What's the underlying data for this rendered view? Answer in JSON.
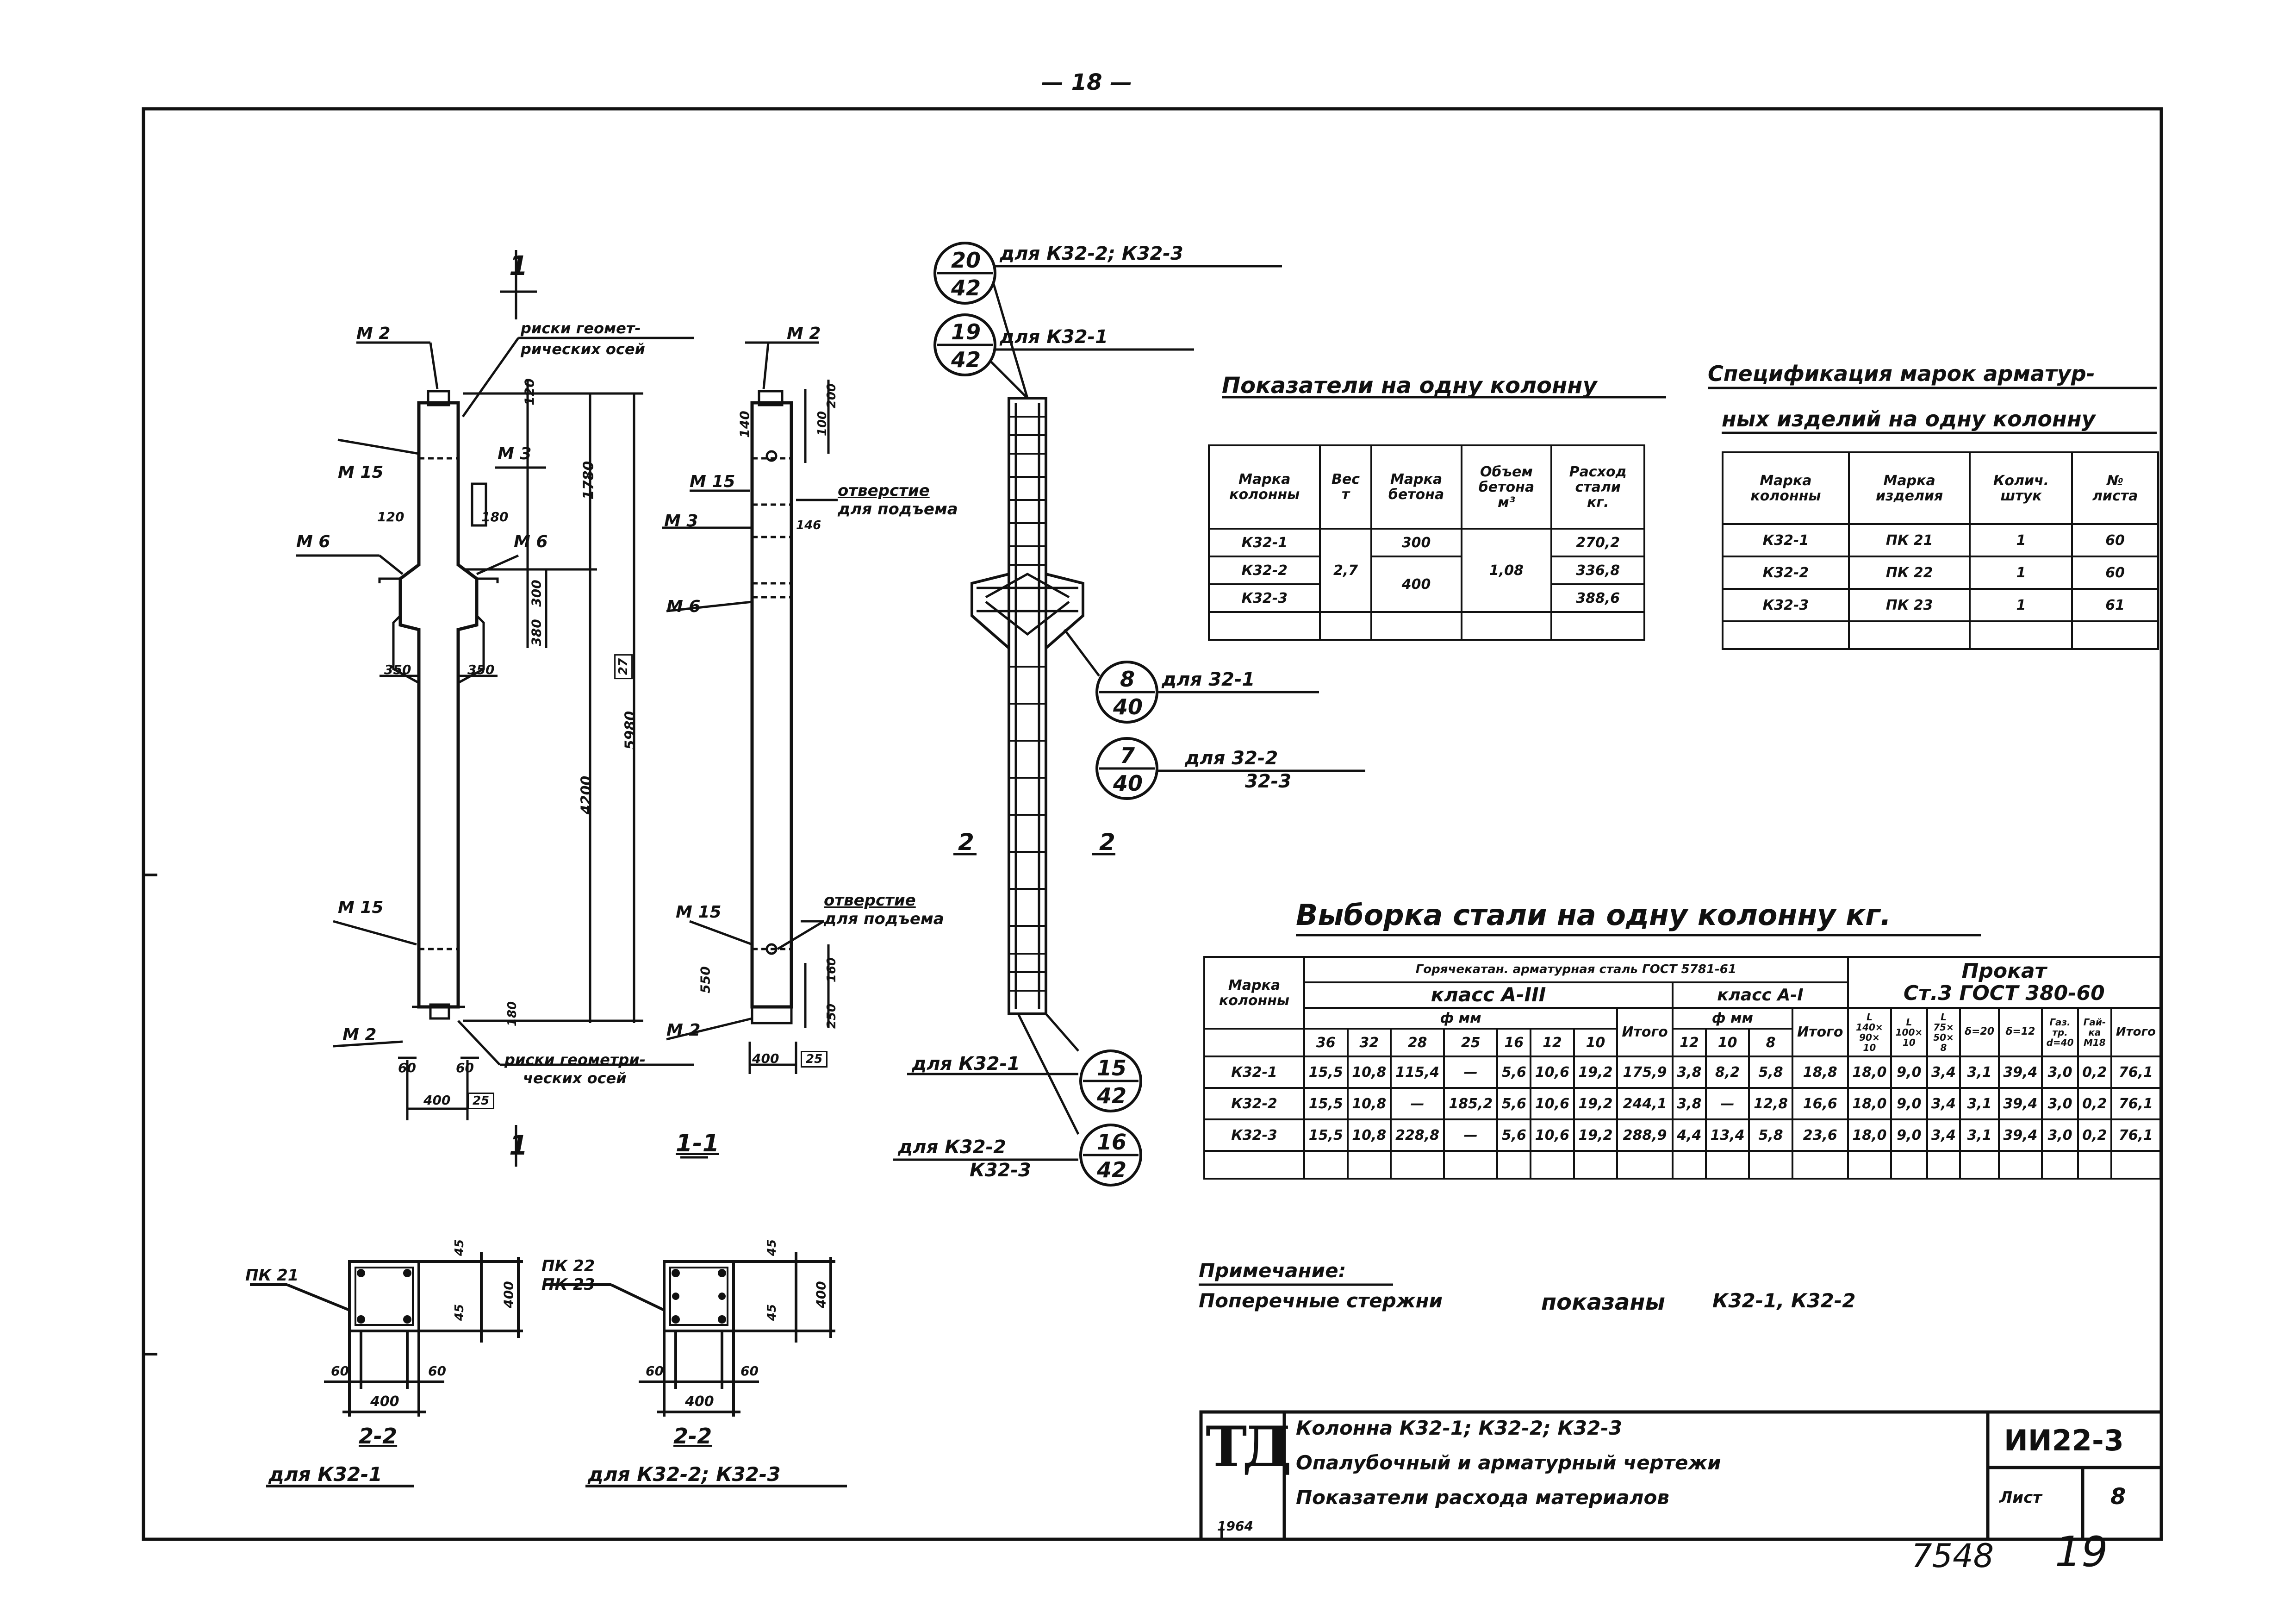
{
  "sheet": {
    "page_number": "— 18 —",
    "handwritten_numbers": [
      "7548",
      "19"
    ]
  },
  "elevation": {
    "section_mark": "1",
    "labels": {
      "m2_top": "М 2",
      "m15_top": "М 15",
      "m3": "М 3",
      "m6_left": "М 6",
      "m6_right": "М 6",
      "m15_bottom": "М 15",
      "m2_bottom": "М 2",
      "risks_top_1": "риски геомет-",
      "risks_top_2": "рических осей",
      "risks_bottom_1": "риски геометри-",
      "risks_bottom_2": "ческих осей"
    },
    "dims": {
      "d120_a": "120",
      "d120_b": "120",
      "d180": "180",
      "d300": "300",
      "d350_a": "350",
      "d350_b": "350",
      "d380": "380",
      "d1780": "1780",
      "d4200": "4200",
      "d5980": "5980",
      "d60_a": "60",
      "d60_b": "60",
      "d400": "400",
      "d400_mark": "25",
      "d180_b": "180",
      "d_right_mark": "27"
    }
  },
  "side": {
    "labels": {
      "m2_top": "М 2",
      "m15_top": "М 15",
      "m3": "М 3",
      "m6": "М 6",
      "m15_bottom": "М 15",
      "m2_bottom": "М 2",
      "hole_top_1": "отверстие",
      "hole_top_2": "для подъема",
      "hole_bottom_1": "отверстие",
      "hole_bottom_2": "для подъема"
    },
    "dims": {
      "d140": "140",
      "d100": "100",
      "d200": "200",
      "d550": "550",
      "d160": "160",
      "d250": "250",
      "d400": "400",
      "d400_mark": "25",
      "d146": "146"
    },
    "caption": "1-1"
  },
  "cage": {
    "callouts": [
      {
        "top": "20",
        "bottom": "42",
        "text": "для К32-2; К32-3"
      },
      {
        "top": "19",
        "bottom": "42",
        "text": "для К32-1"
      },
      {
        "top": "8",
        "bottom": "40",
        "text": "для 32-1"
      },
      {
        "top": "7",
        "bottom": "40",
        "text": "для 32-2",
        "text2": "32-3"
      },
      {
        "top": "15",
        "bottom": "42",
        "text": "для К32-1"
      },
      {
        "top": "16",
        "bottom": "42",
        "text": "для К32-2",
        "text2": "К32-3"
      }
    ],
    "section_mark_left": "2",
    "section_mark_right": "2"
  },
  "sections": [
    {
      "tag": "ПК 21",
      "tag2": "",
      "d45_a": "45",
      "d45_b": "45",
      "d400_v": "400",
      "d60_l": "60",
      "d60_r": "60",
      "d400_h": "400",
      "caption": "2-2",
      "label": "для К32-1"
    },
    {
      "tag": "ПК 22",
      "tag2": "ПК 23",
      "d45_a": "45",
      "d45_b": "45",
      "d400_v": "400",
      "d60_l": "60",
      "d60_r": "60",
      "d400_h": "400",
      "caption": "2-2",
      "label": "для К32-2; К32-3"
    }
  ],
  "indicators": {
    "title": "Показатели на одну колонну",
    "headers": [
      [
        "Марка",
        "колонны"
      ],
      [
        "Вес",
        "т"
      ],
      [
        "Марка",
        "бетона"
      ],
      [
        "Объем",
        "бетона",
        "м³"
      ],
      [
        "Расход",
        "стали",
        "кг."
      ]
    ],
    "marks": [
      "К32-1",
      "К32-2",
      "К32-3"
    ],
    "weight": "2,7",
    "concrete_grades": [
      "300",
      "400"
    ],
    "volume": "1,08",
    "steel": [
      "270,2",
      "336,8",
      "388,6"
    ]
  },
  "spec": {
    "title_1": "Спецификация марок арматур-",
    "title_2": "ных изделий на одну колонну",
    "headers": [
      [
        "Марка",
        "колонны"
      ],
      [
        "Марка",
        "изделия"
      ],
      [
        "Колич.",
        "штук"
      ],
      [
        "№",
        "листа"
      ]
    ],
    "rows": [
      [
        "К32-1",
        "ПК 21",
        "1",
        "60"
      ],
      [
        "К32-2",
        "ПК 22",
        "1",
        "60"
      ],
      [
        "К32-3",
        "ПК 23",
        "1",
        "61"
      ]
    ]
  },
  "steel": {
    "title": "Выборка стали на одну колонну кг.",
    "h_mark": [
      "Марка",
      "колонны"
    ],
    "h_hot": "Горячекатан. арматурная сталь ГОСТ 5781-61",
    "h_class3": "класс А-III",
    "h_class1": "класс А-I",
    "h_dmm": "ф мм",
    "h_dmm2": "ф мм",
    "h_rolled": "Прокат",
    "h_rolled2": "Ст.3 ГОСТ 380-60",
    "d3": [
      "36",
      "32",
      "28",
      "25",
      "16",
      "12",
      "10"
    ],
    "h_total": "Итого",
    "d1": [
      "12",
      "10",
      "8"
    ],
    "h_total2": "Итого",
    "rolled_cols": [
      [
        "L",
        "140×",
        "90×",
        "10"
      ],
      [
        "L",
        "100×",
        "10"
      ],
      [
        "L",
        "75×",
        "50×",
        "8"
      ],
      [
        "δ=20"
      ],
      [
        "δ=12"
      ],
      [
        "Газ.",
        "тр.",
        "d=40"
      ],
      [
        "Гай-",
        "ка",
        "М18"
      ]
    ],
    "h_total3": "Итого",
    "rows": [
      [
        "К32-1",
        "15,5",
        "10,8",
        "115,4",
        "—",
        "5,6",
        "10,6",
        "19,2",
        "175,9",
        "3,8",
        "8,2",
        "5,8",
        "18,8",
        "18,0",
        "9,0",
        "3,4",
        "3,1",
        "39,4",
        "3,0",
        "0,2",
        "76,1"
      ],
      [
        "К32-2",
        "15,5",
        "10,8",
        "—",
        "185,2",
        "5,6",
        "10,6",
        "19,2",
        "244,1",
        "3,8",
        "—",
        "12,8",
        "16,6",
        "18,0",
        "9,0",
        "3,4",
        "3,1",
        "39,4",
        "3,0",
        "0,2",
        "76,1"
      ],
      [
        "К32-3",
        "15,5",
        "10,8",
        "228,8",
        "—",
        "5,6",
        "10,6",
        "19,2",
        "288,9",
        "4,4",
        "13,4",
        "5,8",
        "23,6",
        "18,0",
        "9,0",
        "3,4",
        "3,1",
        "39,4",
        "3,0",
        "0,2",
        "76,1"
      ]
    ]
  },
  "note": {
    "heading": "Примечание:",
    "text_1": "Поперечные стержни",
    "text_2": "показаны",
    "text_3": "К32-1, К32-2"
  },
  "stamp": {
    "logo": "ТД",
    "year": "1964",
    "line1": "Колонна К32-1; К32-2; К32-3",
    "line2": "Опалубочный и арматурный чертежи",
    "line3": "Показатели расхода материалов",
    "code": "ИИ22-3",
    "sheet_label": "Лист",
    "sheet_number": "8"
  }
}
